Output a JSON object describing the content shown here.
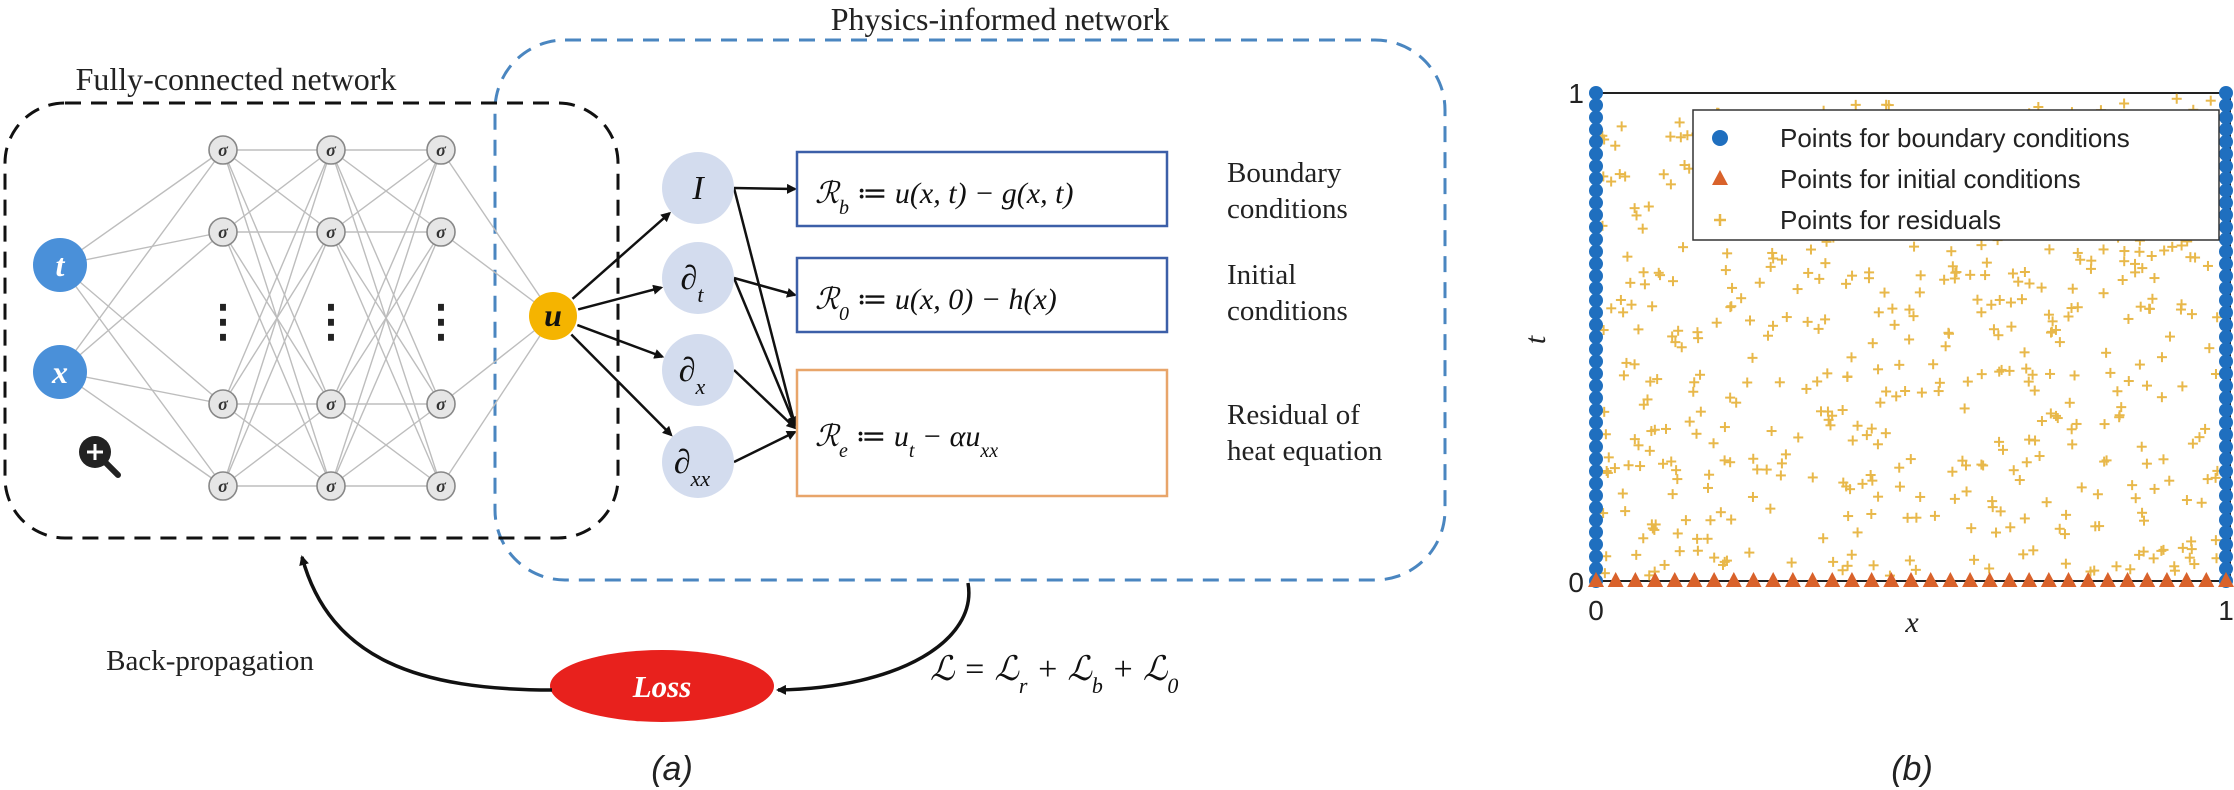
{
  "panel_a": {
    "caption": "(a)",
    "pinn_title": "Physics-informed network",
    "fcn_title": "Fully-connected network",
    "inputs": [
      {
        "label": "t",
        "color": "#4a90d9"
      },
      {
        "label": "x",
        "color": "#4a90d9"
      }
    ],
    "hidden_node_label": "σ",
    "ellipsis": "⋮",
    "output": {
      "label": "u",
      "color": "#f5b400"
    },
    "operators": [
      "I",
      "∂",
      "∂",
      "∂"
    ],
    "operator_subs": [
      "",
      "t",
      "x",
      "xx"
    ],
    "equations": [
      {
        "main": "ℛ",
        "sub": "b",
        "rhs": " ≔ u(x, t) − g(x, t)",
        "border": "#3c5fa8"
      },
      {
        "main": "ℛ",
        "sub": "0",
        "rhs": " ≔ u(x, 0) − h(x)",
        "border": "#3c5fa8"
      },
      {
        "main": "ℛ",
        "sub": "e",
        "rhs": " ≔ u",
        "rhs_sub": "t",
        "rhs2": " − αu",
        "rhs2_sub": "xx",
        "border": "#e8a56a"
      }
    ],
    "side_labels": [
      [
        "Boundary",
        "conditions"
      ],
      [
        "Initial",
        "conditions"
      ],
      [
        "Residual of",
        "heat equation"
      ]
    ],
    "back_propagation": "Back-propagation",
    "loss_label": "Loss",
    "loss_color": "#e8211d",
    "loss_formula": {
      "main": "ℒ = ℒ",
      "s1": "r",
      "p1": " + ℒ",
      "s2": "b",
      "p2": " + ℒ",
      "s3": "0"
    },
    "zoom_icon": "zoom-in-icon"
  },
  "panel_b": {
    "caption": "(b)",
    "chart_data": {
      "type": "scatter",
      "xlabel": "x",
      "ylabel": "t",
      "xlim": [
        0,
        1
      ],
      "ylim": [
        0,
        1
      ],
      "x_ticks": [
        "0",
        "1"
      ],
      "y_ticks": [
        "0",
        "1"
      ],
      "legend_position": "top-right",
      "series": [
        {
          "name": "Points for boundary conditions",
          "marker": "circle",
          "color": "#1f6fbf"
        },
        {
          "name": "Points for initial conditions",
          "marker": "triangle",
          "color": "#d9622b"
        },
        {
          "name": "Points for residuals",
          "marker": "plus",
          "color": "#e8b84a"
        }
      ]
    }
  }
}
